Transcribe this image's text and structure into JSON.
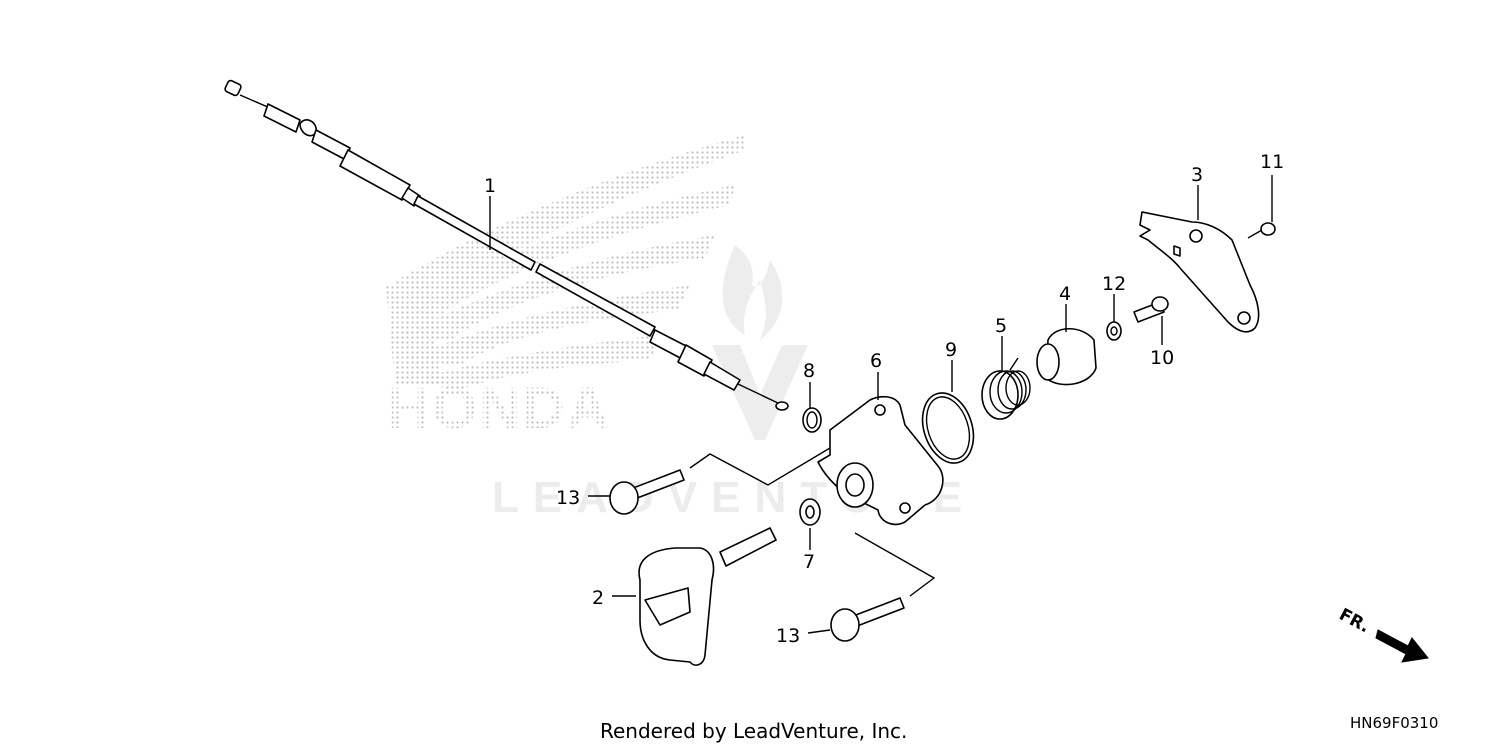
{
  "watermark": {
    "brand": "HONDA",
    "vendor": "LEADVENTURE"
  },
  "callouts": {
    "p1": "1",
    "p2": "2",
    "p3": "3",
    "p4": "4",
    "p5": "5",
    "p6": "6",
    "p7": "7",
    "p8": "8",
    "p9": "9",
    "p10": "10",
    "p11": "11",
    "p12": "12",
    "p13a": "13",
    "p13b": "13"
  },
  "direction_label": "FR.",
  "footer": {
    "credit": "Rendered by LeadVenture, Inc.",
    "diagram_code": "HN69F0310"
  },
  "colors": {
    "line": "#000000",
    "watermark_dots": "#bdbdbd",
    "watermark_text": "#ececec"
  }
}
